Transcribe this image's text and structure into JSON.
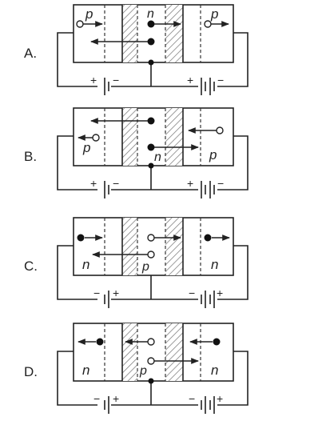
{
  "options": [
    {
      "label": "A.",
      "region_labels": [
        "p",
        "n",
        "p"
      ],
      "left_battery": {
        "left_sign": "+",
        "right_sign": "−"
      },
      "right_battery": {
        "left_sign": "+",
        "right_sign": "−"
      }
    },
    {
      "label": "B.",
      "region_labels": [
        "p",
        "n",
        "p"
      ],
      "left_battery": {
        "left_sign": "+",
        "right_sign": "−"
      },
      "right_battery": {
        "left_sign": "+",
        "right_sign": "−"
      }
    },
    {
      "label": "C.",
      "region_labels": [
        "n",
        "p",
        "n"
      ],
      "left_battery": {
        "left_sign": "−",
        "right_sign": "+"
      },
      "right_battery": {
        "left_sign": "−",
        "right_sign": "+"
      }
    },
    {
      "label": "D.",
      "region_labels": [
        "n",
        "p",
        "n"
      ],
      "left_battery": {
        "left_sign": "−",
        "right_sign": "+"
      },
      "right_battery": {
        "left_sign": "−",
        "right_sign": "+"
      }
    }
  ]
}
